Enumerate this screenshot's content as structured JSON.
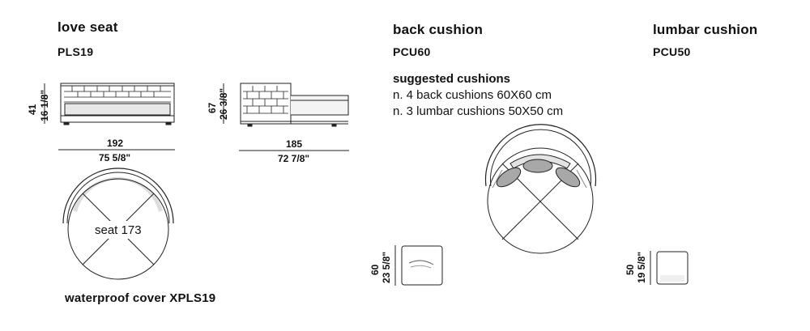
{
  "love_seat": {
    "title": "love seat",
    "code": "PLS19",
    "front_height_cm": "41",
    "front_height_in": "16 1/8\"",
    "front_width_cm": "192",
    "front_width_in": "75 5/8\"",
    "side_height_cm": "67",
    "side_height_in": "26 3/8\"",
    "side_depth_cm": "185",
    "side_depth_in": "72 7/8\"",
    "seat_label": "seat 173",
    "cover_text": "waterproof cover  XPLS19"
  },
  "back_cushion": {
    "title": "back cushion",
    "code": "PCU60",
    "height_cm": "60",
    "height_in": "23 5/8\""
  },
  "lumbar_cushion": {
    "title": "lumbar cushion",
    "code": "PCU50",
    "height_cm": "50",
    "height_in": "19 5/8\""
  },
  "suggested": {
    "title": "suggested cushions",
    "line1": "n. 4 back cushions 60X60 cm",
    "line2": "n. 3 lumbar cushions 50X50 cm"
  }
}
